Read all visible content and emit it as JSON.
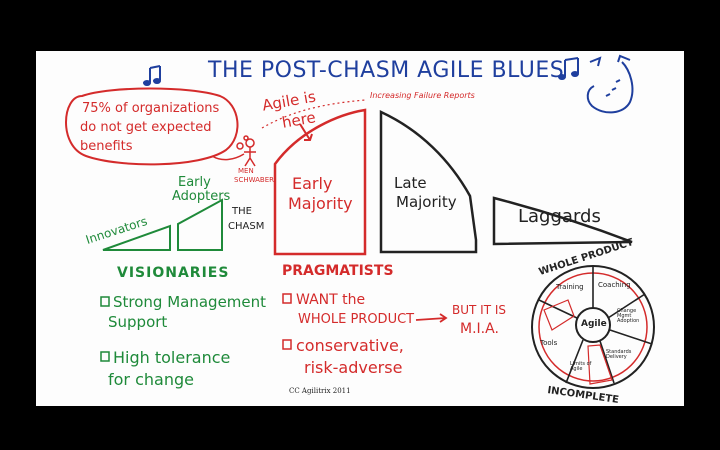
{
  "title": "THE POST-CHASM AGILE BLUES",
  "speech_bubble": {
    "line1": "75% of organizations",
    "line2": "do not get expected",
    "line3": "benefits"
  },
  "person_label": {
    "line1": "MEN",
    "line2": "SCHWABER"
  },
  "agile_here": {
    "line1": "Agile is",
    "line2": "here"
  },
  "failure_reports": "Increasing Failure Reports",
  "segments": {
    "innovators": "Innovators",
    "early_adopters": {
      "line1": "Early",
      "line2": "Adopters"
    },
    "chasm": {
      "line1": "THE",
      "line2": "CHASM"
    },
    "early_majority": {
      "line1": "Early",
      "line2": "Majority"
    },
    "late_majority": {
      "line1": "Late",
      "line2": "Majority"
    },
    "laggards": "Laggards"
  },
  "visionaries": {
    "heading": "VISIONARIES",
    "item1": {
      "line1": "Strong Management",
      "line2": "Support"
    },
    "item2": {
      "line1": "High tolerance",
      "line2": "for change"
    }
  },
  "pragmatists": {
    "heading": "PRAGMATISTS",
    "item1": {
      "line1": "WANT the",
      "line2": "WHOLE PRODUCT"
    },
    "but": {
      "line1": "BUT IT IS",
      "line2": "M.I.A."
    },
    "item2": {
      "line1": "conservative,",
      "line2": "risk-adverse"
    }
  },
  "credit": "CC Agilitrix 2011",
  "whole_product": {
    "top_label": "WHOLE PRODUCT",
    "bottom_label": "INCOMPLETE",
    "center": "Agile",
    "slices": [
      "Training",
      "Coaching",
      "Change Mgmt Adoption",
      "Standards Delivery",
      "Limits of Agile",
      "Tools"
    ]
  },
  "colors": {
    "blue": "#1f3f9e",
    "red": "#d42b2b",
    "green": "#1f8a3a",
    "black": "#222222"
  }
}
